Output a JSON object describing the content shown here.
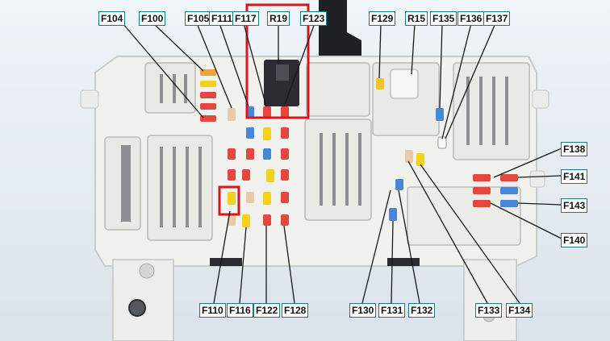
{
  "labels": {
    "F104": "F104",
    "F100": "F100",
    "F105": "F105",
    "F111": "F111",
    "F117": "F117",
    "R19": "R19",
    "F123": "F123",
    "F129": "F129",
    "R15": "R15",
    "F135": "F135",
    "F136": "F136",
    "F137": "F137",
    "F138": "F138",
    "F141": "F141",
    "F143": "F143",
    "F140": "F140",
    "F110": "F110",
    "F116": "F116",
    "F122": "F122",
    "F128": "F128",
    "F130": "F130",
    "F131": "F131",
    "F132": "F132",
    "F133": "F133",
    "F134": "F134"
  },
  "colors": {
    "background": "#e6edf2",
    "housing": "#f1f1ee",
    "label_border": "#1a7b82",
    "leader_line": "#1a1a1a",
    "highlight": "#d8171f",
    "fuse_red": "#e3473f",
    "fuse_yellow": "#f2d21b",
    "fuse_blue": "#4a86d6",
    "fuse_tan": "#e8c9a8",
    "relay": "#2a2c31"
  },
  "icons": {
    "relay": "relay-icon",
    "fuse": "fuse-icon",
    "connector": "connector-icon"
  }
}
